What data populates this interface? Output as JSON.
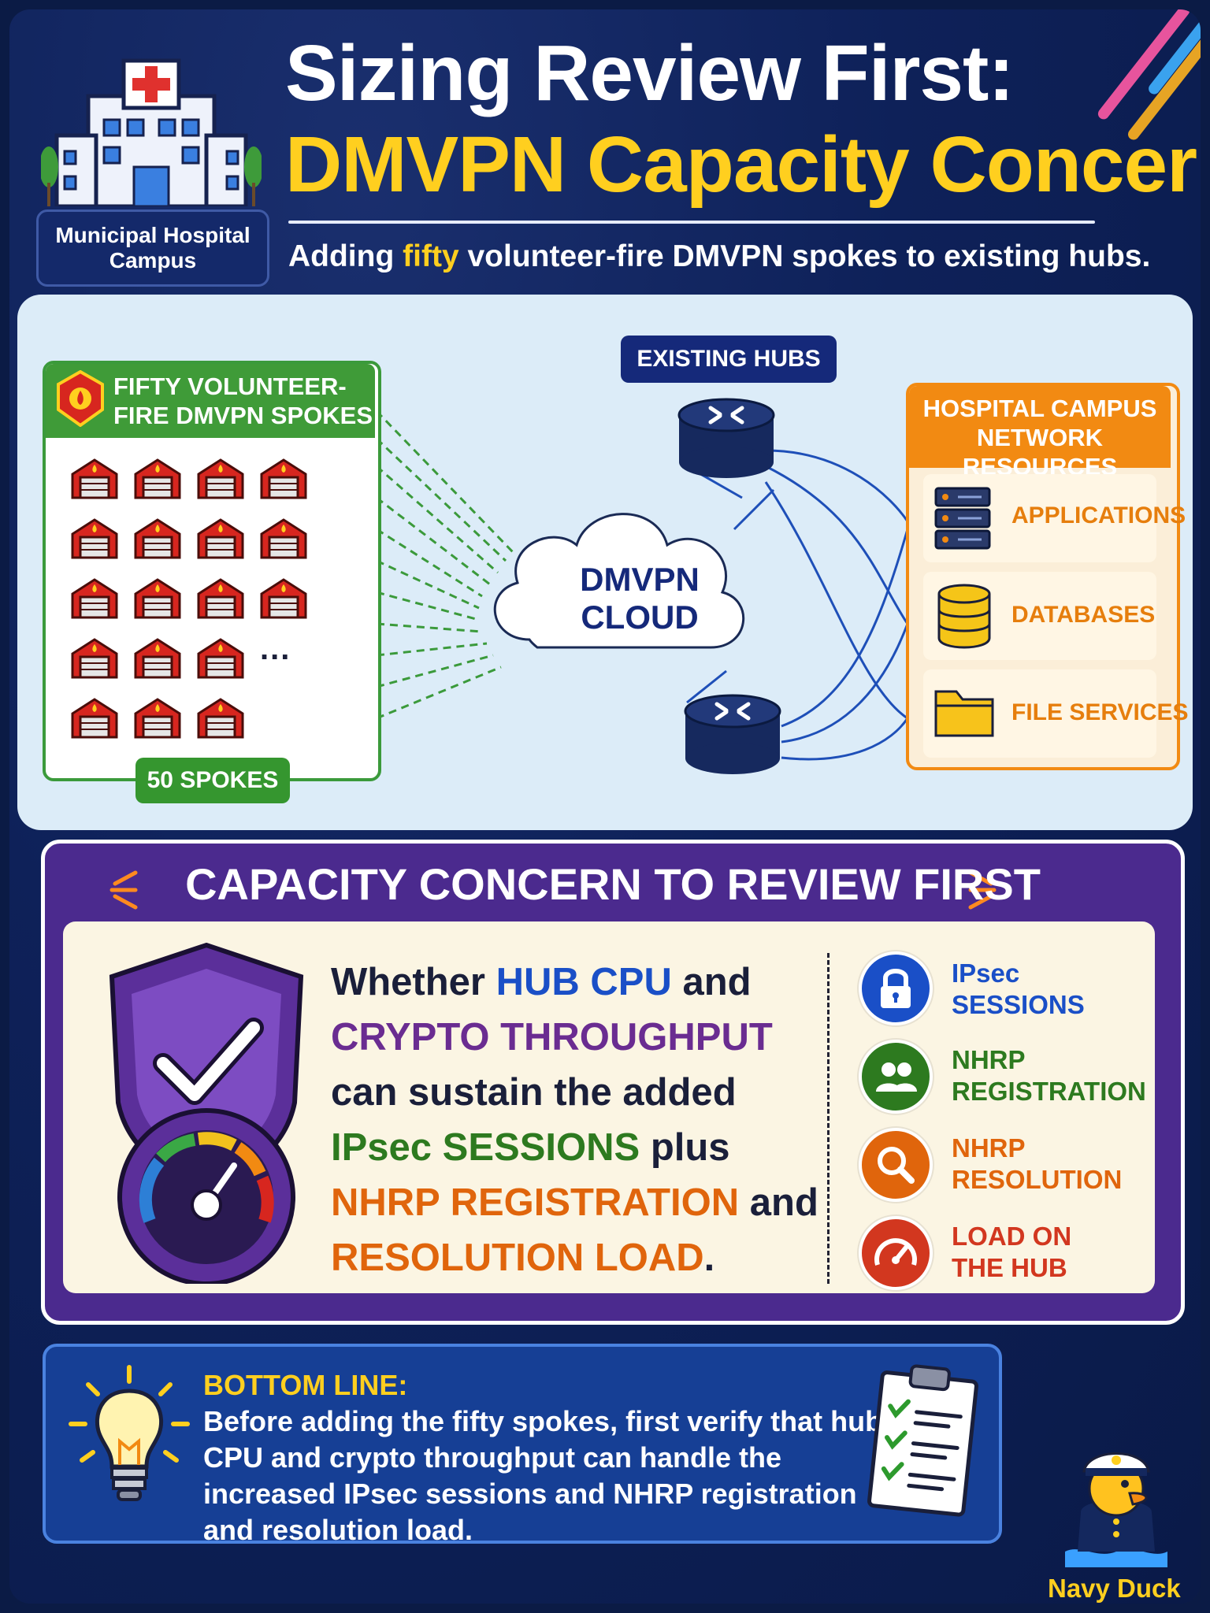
{
  "header": {
    "title_line1": "Sizing Review First:",
    "title_line2": "DMVPN Capacity Concern",
    "subtitle_before": "Adding ",
    "subtitle_highlight": "fifty",
    "subtitle_after": " volunteer-fire DMVPN spokes to existing hubs.",
    "campus_label": "Municipal Hospital Campus"
  },
  "diagram": {
    "spokes_title": "FIFTY VOLUNTEER-FIRE DMVPN SPOKES",
    "spokes_count_label": "50 SPOKES",
    "ellipsis": "...",
    "hubs_label": "EXISTING HUBS",
    "cloud_line1": "DMVPN",
    "cloud_line2": "CLOUD",
    "resources_title": "HOSPITAL CAMPUS NETWORK RESOURCES",
    "resources": [
      {
        "label": "APPLICATIONS",
        "icon": "server-icon"
      },
      {
        "label": "DATABASES",
        "icon": "database-icon"
      },
      {
        "label": "FILE SERVICES",
        "icon": "folder-icon"
      }
    ]
  },
  "concern": {
    "heading": "CAPACITY CONCERN TO REVIEW FIRST",
    "t1": "Whether ",
    "t2": "HUB CPU",
    "t3": " and ",
    "t4": "CRYPTO THROUGHPUT",
    "t5": " can sustain the added ",
    "t6": "IPsec SESSIONS",
    "t7": " plus ",
    "t8": "NHRP REGISTRATION",
    "t9": " and ",
    "t10": "RESOLUTION LOAD",
    "t11": ".",
    "factors": [
      {
        "line1": "IPsec",
        "line2": "SESSIONS",
        "icon": "lock-icon",
        "color": "#1a4fc7"
      },
      {
        "line1": "NHRP",
        "line2": "REGISTRATION",
        "icon": "users-icon",
        "color": "#2d7a1f"
      },
      {
        "line1": "NHRP",
        "line2": "RESOLUTION",
        "icon": "magnifier-icon",
        "color": "#e0650c"
      },
      {
        "line1": "LOAD ON",
        "line2": "THE HUB",
        "icon": "gauge-icon",
        "color": "#d2371f"
      }
    ]
  },
  "bottom_line": {
    "heading": "BOTTOM LINE:",
    "text": "Before adding the fifty spokes, first verify that hub CPU and crypto throughput can handle the increased IPsec sessions and NHRP registration and resolution load."
  },
  "mascot": {
    "label": "Navy Duck"
  }
}
